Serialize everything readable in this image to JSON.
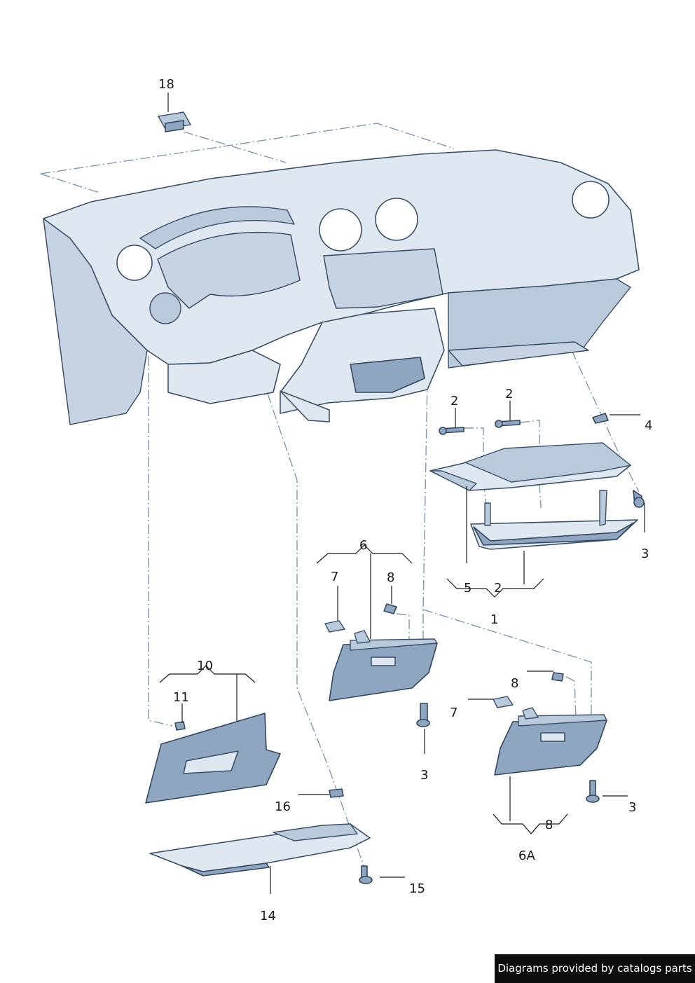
{
  "labels": {
    "l18": "18",
    "l2a": "2",
    "l2b": "2",
    "l4": "4",
    "l3a": "3",
    "l5": "5",
    "l2c": "2",
    "l1": "1",
    "l6": "6",
    "l7a": "7",
    "l8a": "8",
    "l3b": "3",
    "l10": "10",
    "l11": "11",
    "l8b": "8",
    "l7b": "7",
    "l3c": "3",
    "l8c": "8",
    "l6A": "6A",
    "l16": "16",
    "l15": "15",
    "l14": "14"
  },
  "footer": {
    "credit": "Diagrams provided by catalogs parts"
  },
  "colors": {
    "part_light": "#dfe8f1",
    "part_dark": "#8fa6c0",
    "outline": "#3a4f6a",
    "guide_line": "#7f97b3",
    "credit_bg": "#0d0d0d"
  }
}
